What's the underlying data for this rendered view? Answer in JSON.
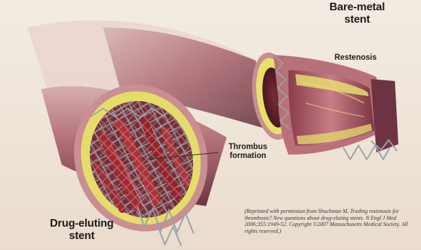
{
  "labels": {
    "bare_metal_stent": "Bare-metal stent",
    "restenosis": "Restenosis",
    "thrombus_formation": "Thrombus formation",
    "drug_eluting_stent": "Drug-eluting stent"
  },
  "citation": "(Reprinted with permission from Shuchman M. Trading restenosis for thrombosis? New questions about drug-eluting stents. N Engl J Med 2006;355:1949-52. Copyright ©2007 Massachusetts Medical Society. All rights reserved.)",
  "colors": {
    "background": "#f4ebe0",
    "vessel_outer": "#8e4a55",
    "vessel_wall": "#b86a75",
    "lumen": "#5d2530",
    "plaque": "#e9e070",
    "thrombus": "#a8252c",
    "stent_metal": "#9aa1a8"
  }
}
